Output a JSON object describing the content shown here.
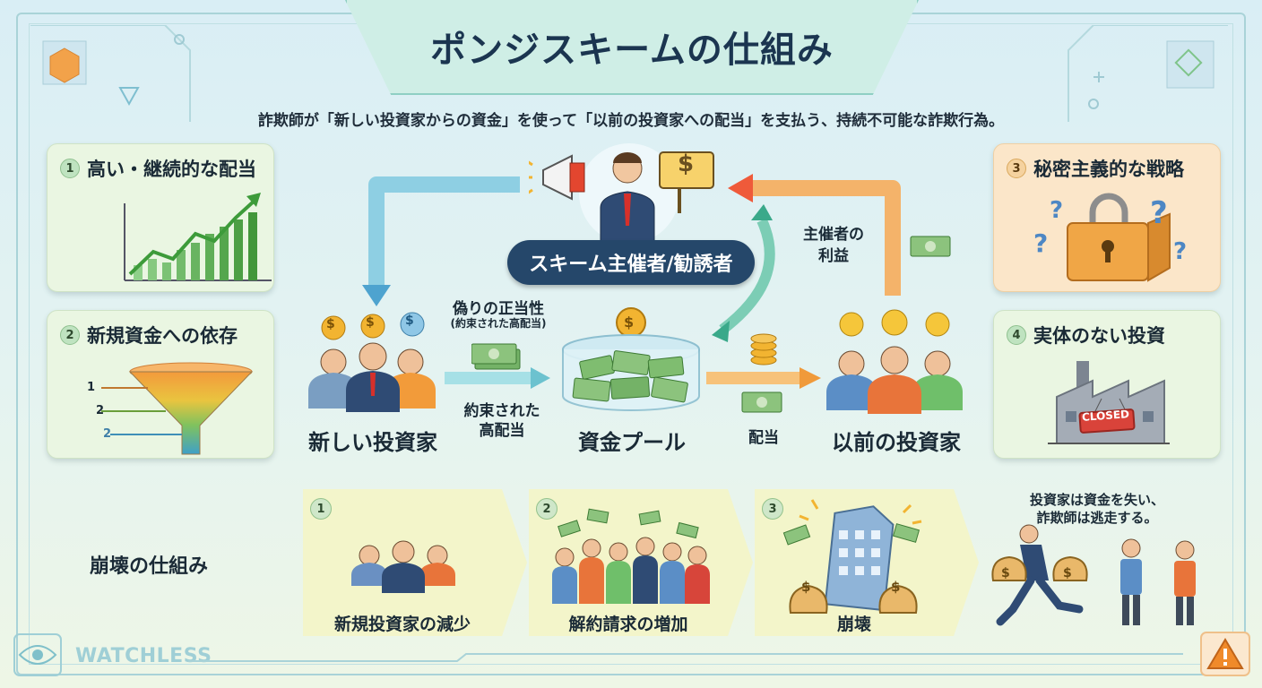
{
  "title": "ポンジスキームの仕組み",
  "subtitle": "詐欺師が「新しい投資家からの資金」を使って「以前の投資家への配当」を支払う、持続不可能な詐欺行為。",
  "cards": [
    {
      "num": "1",
      "title": "高い・継続的な配当"
    },
    {
      "num": "2",
      "title": "新規資金への依存",
      "funnel_labels": [
        "1",
        "2",
        "2"
      ]
    },
    {
      "num": "3",
      "title": "秘密主義的な戦略"
    },
    {
      "num": "4",
      "title": "実体のない投資",
      "sign": "CLOSED"
    }
  ],
  "flow": {
    "organizer": "スキーム主催者/勧誘者",
    "new_investors": "新しい投資家",
    "fund_pool": "資金プール",
    "old_investors": "以前の投資家",
    "false_legitimacy": "偽りの正当性",
    "promised_note": "(約束された高配当)",
    "promised": "約束された\n高配当",
    "dividend": "配当",
    "organizer_profit": "主催者の\n利益",
    "currency": "$"
  },
  "collapse": {
    "title": "崩壊の仕組み",
    "steps": [
      {
        "num": "1",
        "label": "新規投資家の減少"
      },
      {
        "num": "2",
        "label": "解約請求の増加"
      },
      {
        "num": "3",
        "label": "崩壊"
      }
    ],
    "outcome": "投資家は資金を失い、\n詐欺師は逃走する。"
  },
  "brand": "WATCHLESS",
  "colors": {
    "navy": "#25476a",
    "accent_orange": "#f0873a",
    "accent_blue": "#5bb7d6",
    "money_green": "#5c9e5a",
    "gold": "#f2b431"
  }
}
